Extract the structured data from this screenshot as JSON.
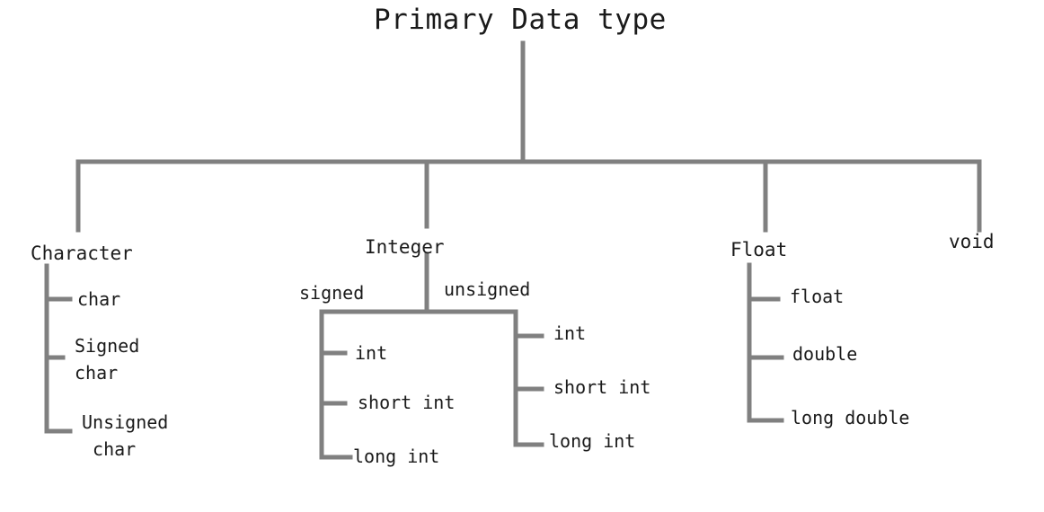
{
  "title": "Primary Data type",
  "categories": {
    "character": {
      "label": "Character",
      "items": [
        "char",
        "Signed\nchar",
        "Unsigned\n char"
      ]
    },
    "integer": {
      "label": "Integer",
      "signed": {
        "label": "signed",
        "items": [
          "int",
          "short int",
          "long int"
        ]
      },
      "unsigned": {
        "label": "unsigned",
        "items": [
          "int",
          "short int",
          "long int"
        ]
      }
    },
    "float": {
      "label": "Float",
      "items": [
        "float",
        "double",
        "long double"
      ]
    },
    "void": {
      "label": "void"
    }
  },
  "colors": {
    "line": "#808080",
    "text": "#1a1a1a",
    "background": "#ffffff"
  }
}
